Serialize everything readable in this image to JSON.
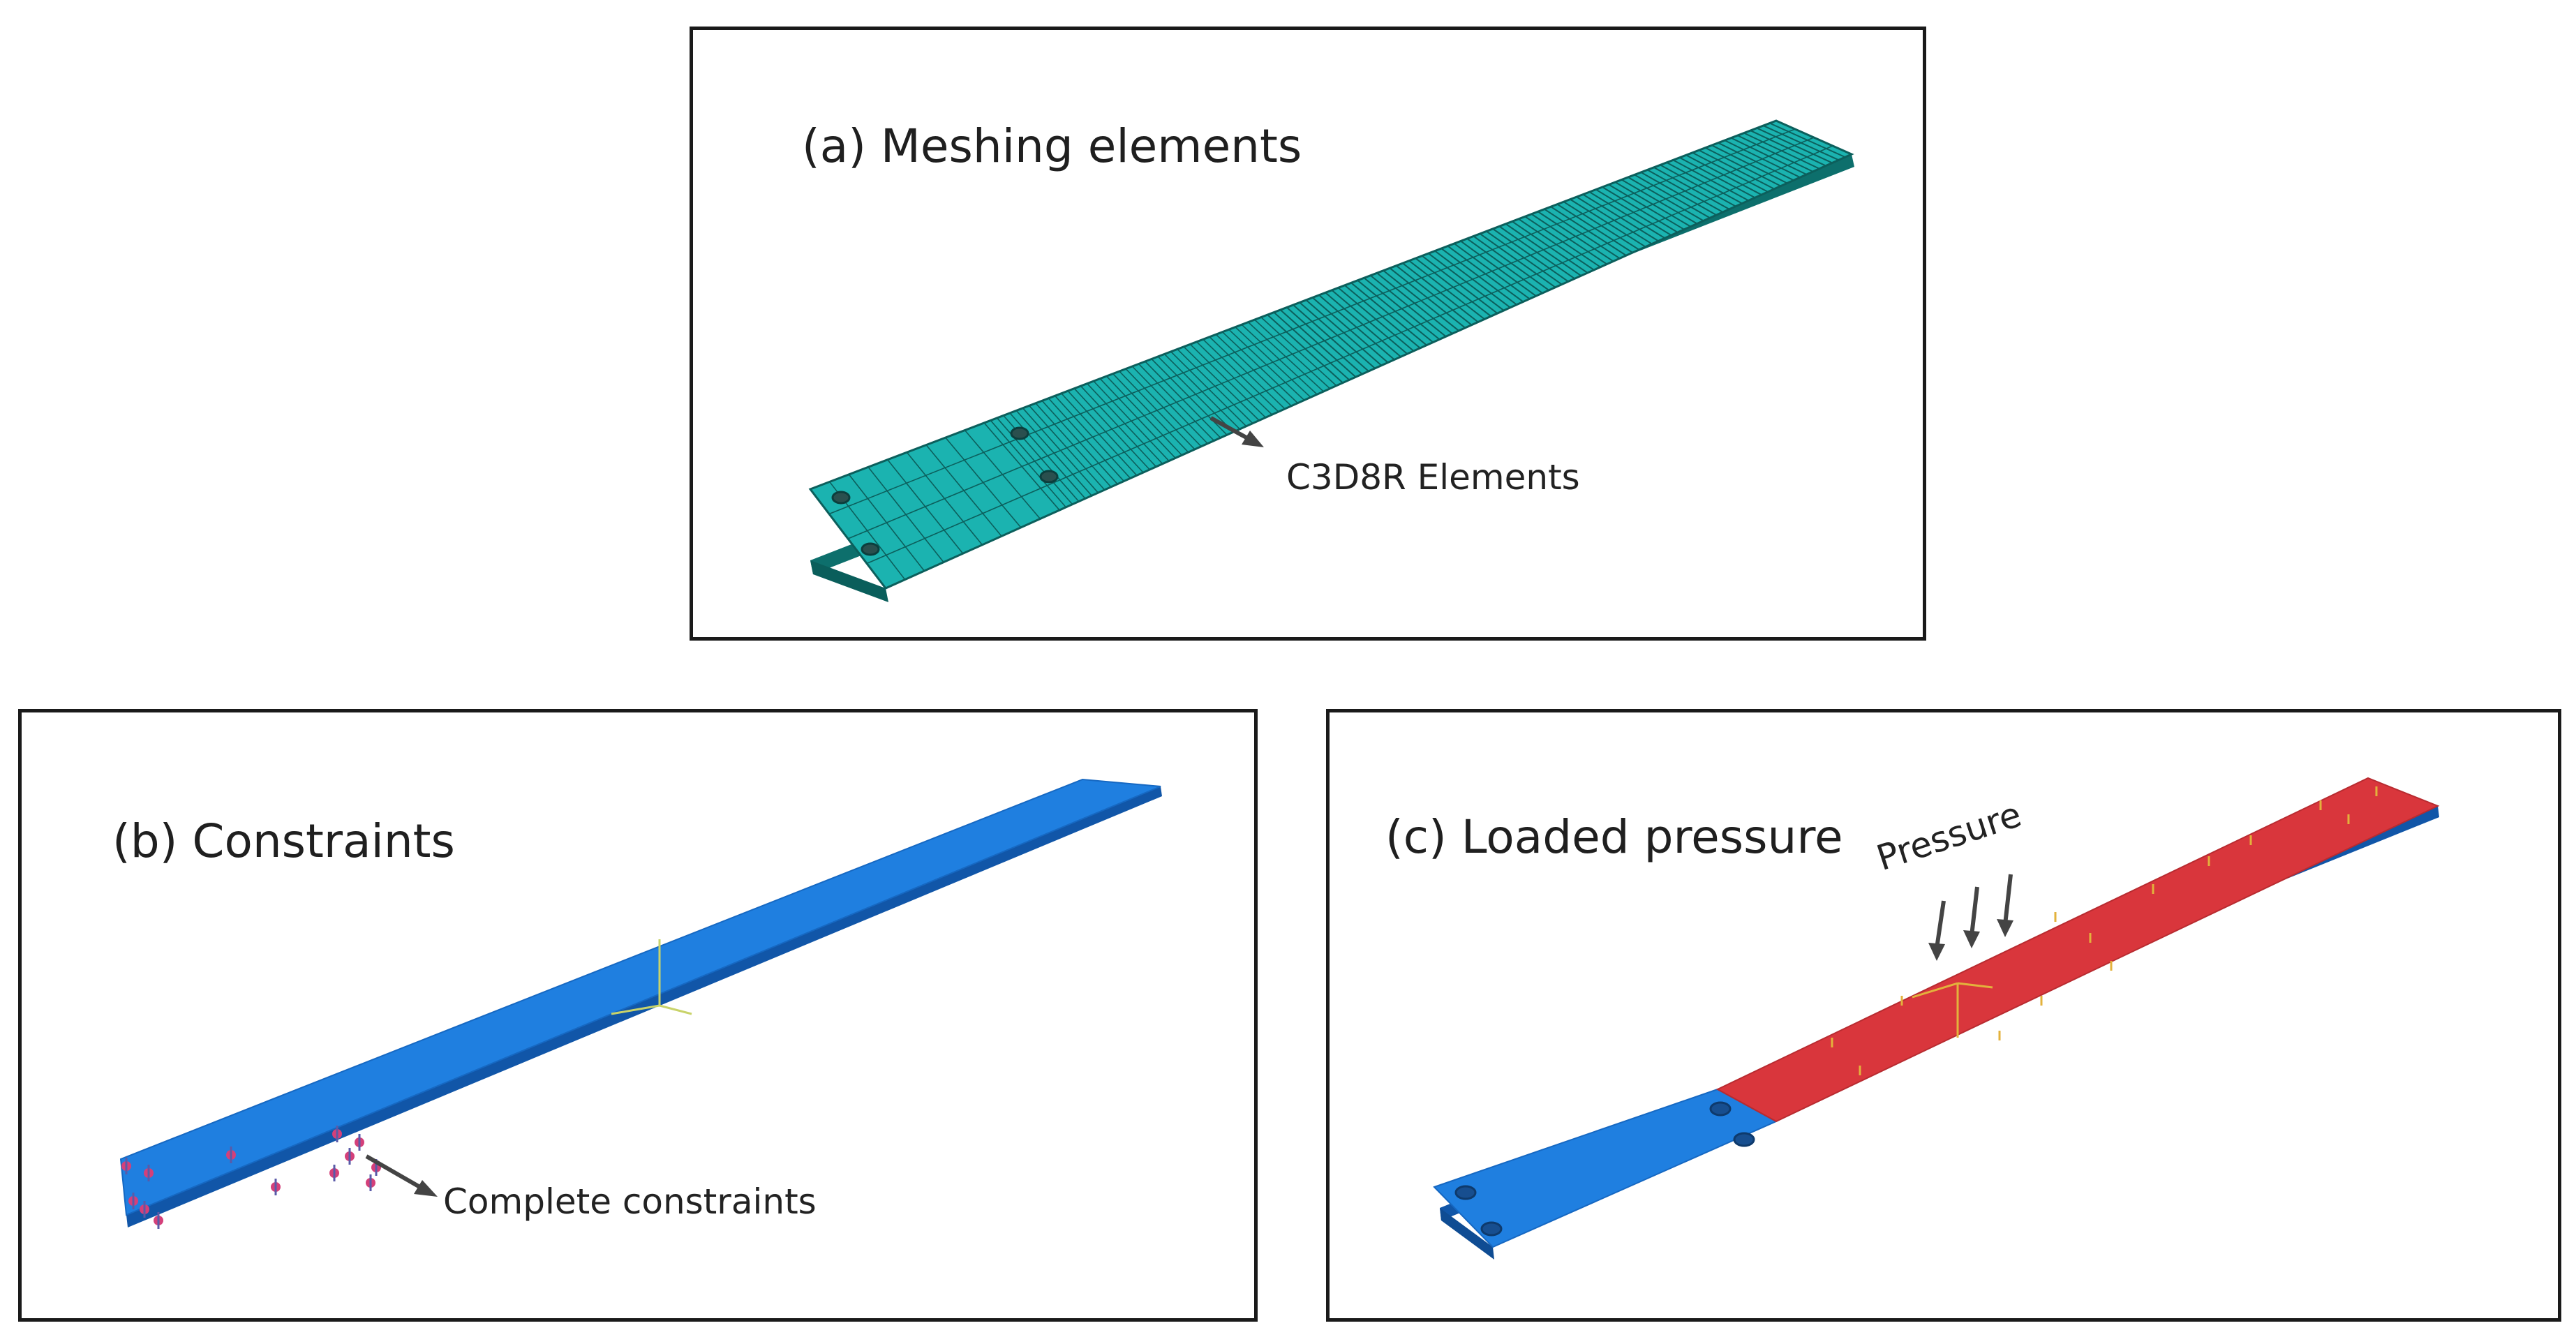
{
  "panels": {
    "a": {
      "title": "(a) Meshing elements",
      "annotation": "C3D8R Elements"
    },
    "b": {
      "title": "(b) Constraints",
      "annotation": "Complete constraints"
    },
    "c": {
      "title": "(c) Loaded pressure",
      "annotation": "Pressure"
    }
  },
  "colors": {
    "mesh_teal": "#1bb3b0",
    "mesh_lines": "#0c5f5c",
    "part_blue": "#1f7fe0",
    "load_red": "#d9363c",
    "constraint_marker": "#d4407a",
    "load_marker": "#e3b23c",
    "arrow": "#444444"
  }
}
